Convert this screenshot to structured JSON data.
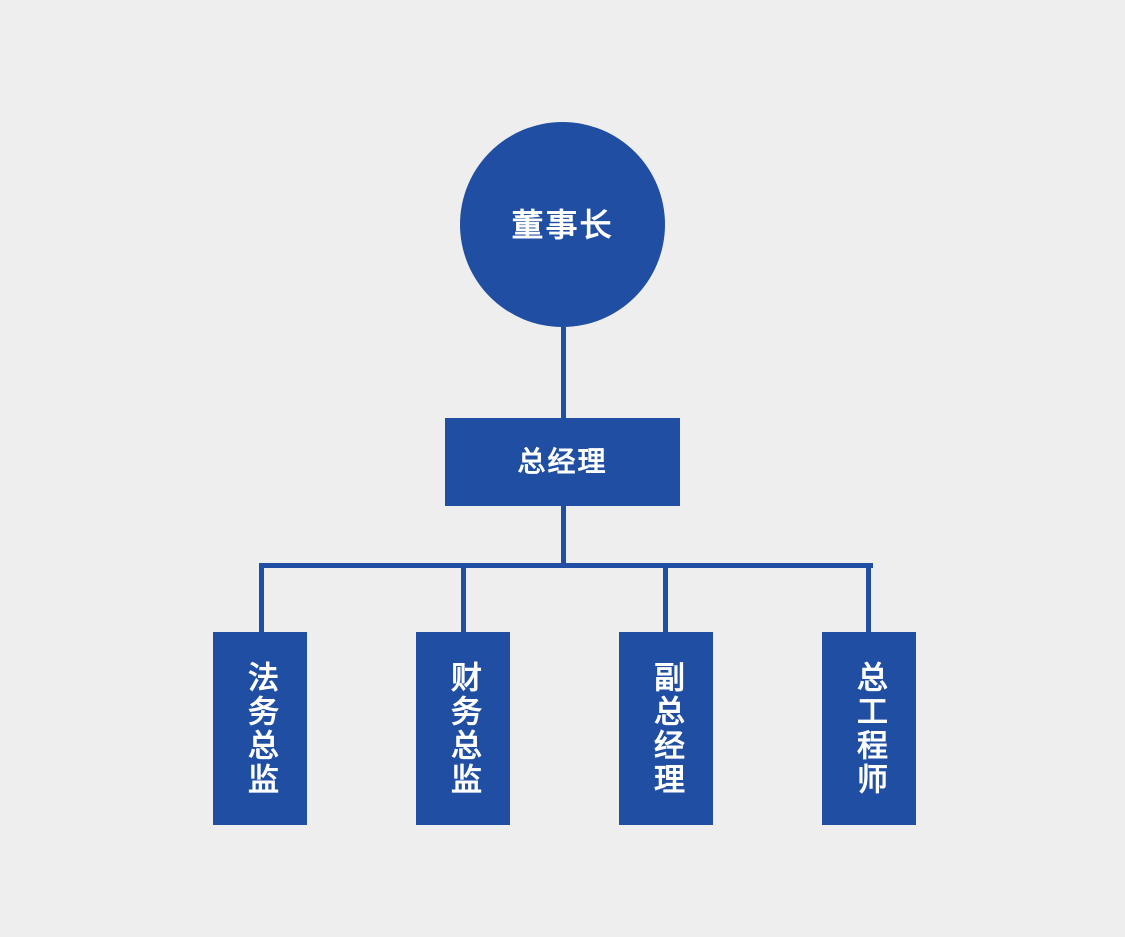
{
  "chart": {
    "type": "org-chart",
    "title": "",
    "background_color": "#eeeeee",
    "node_color": "#1f4ea3",
    "node_text_color": "#ffffff",
    "connector_color": "#1f4ea3"
  },
  "nodes": {
    "root": {
      "label": "董事长",
      "shape": "circle",
      "level": 0
    },
    "manager": {
      "label": "总经理",
      "shape": "rectangle",
      "level": 1
    },
    "leaves": [
      {
        "label": "法务总监",
        "shape": "rectangle-vertical",
        "level": 2
      },
      {
        "label": "财务总监",
        "shape": "rectangle-vertical",
        "level": 2
      },
      {
        "label": "副总经理",
        "shape": "rectangle-vertical",
        "level": 2
      },
      {
        "label": "总工程师",
        "shape": "rectangle-vertical",
        "level": 2
      }
    ]
  }
}
